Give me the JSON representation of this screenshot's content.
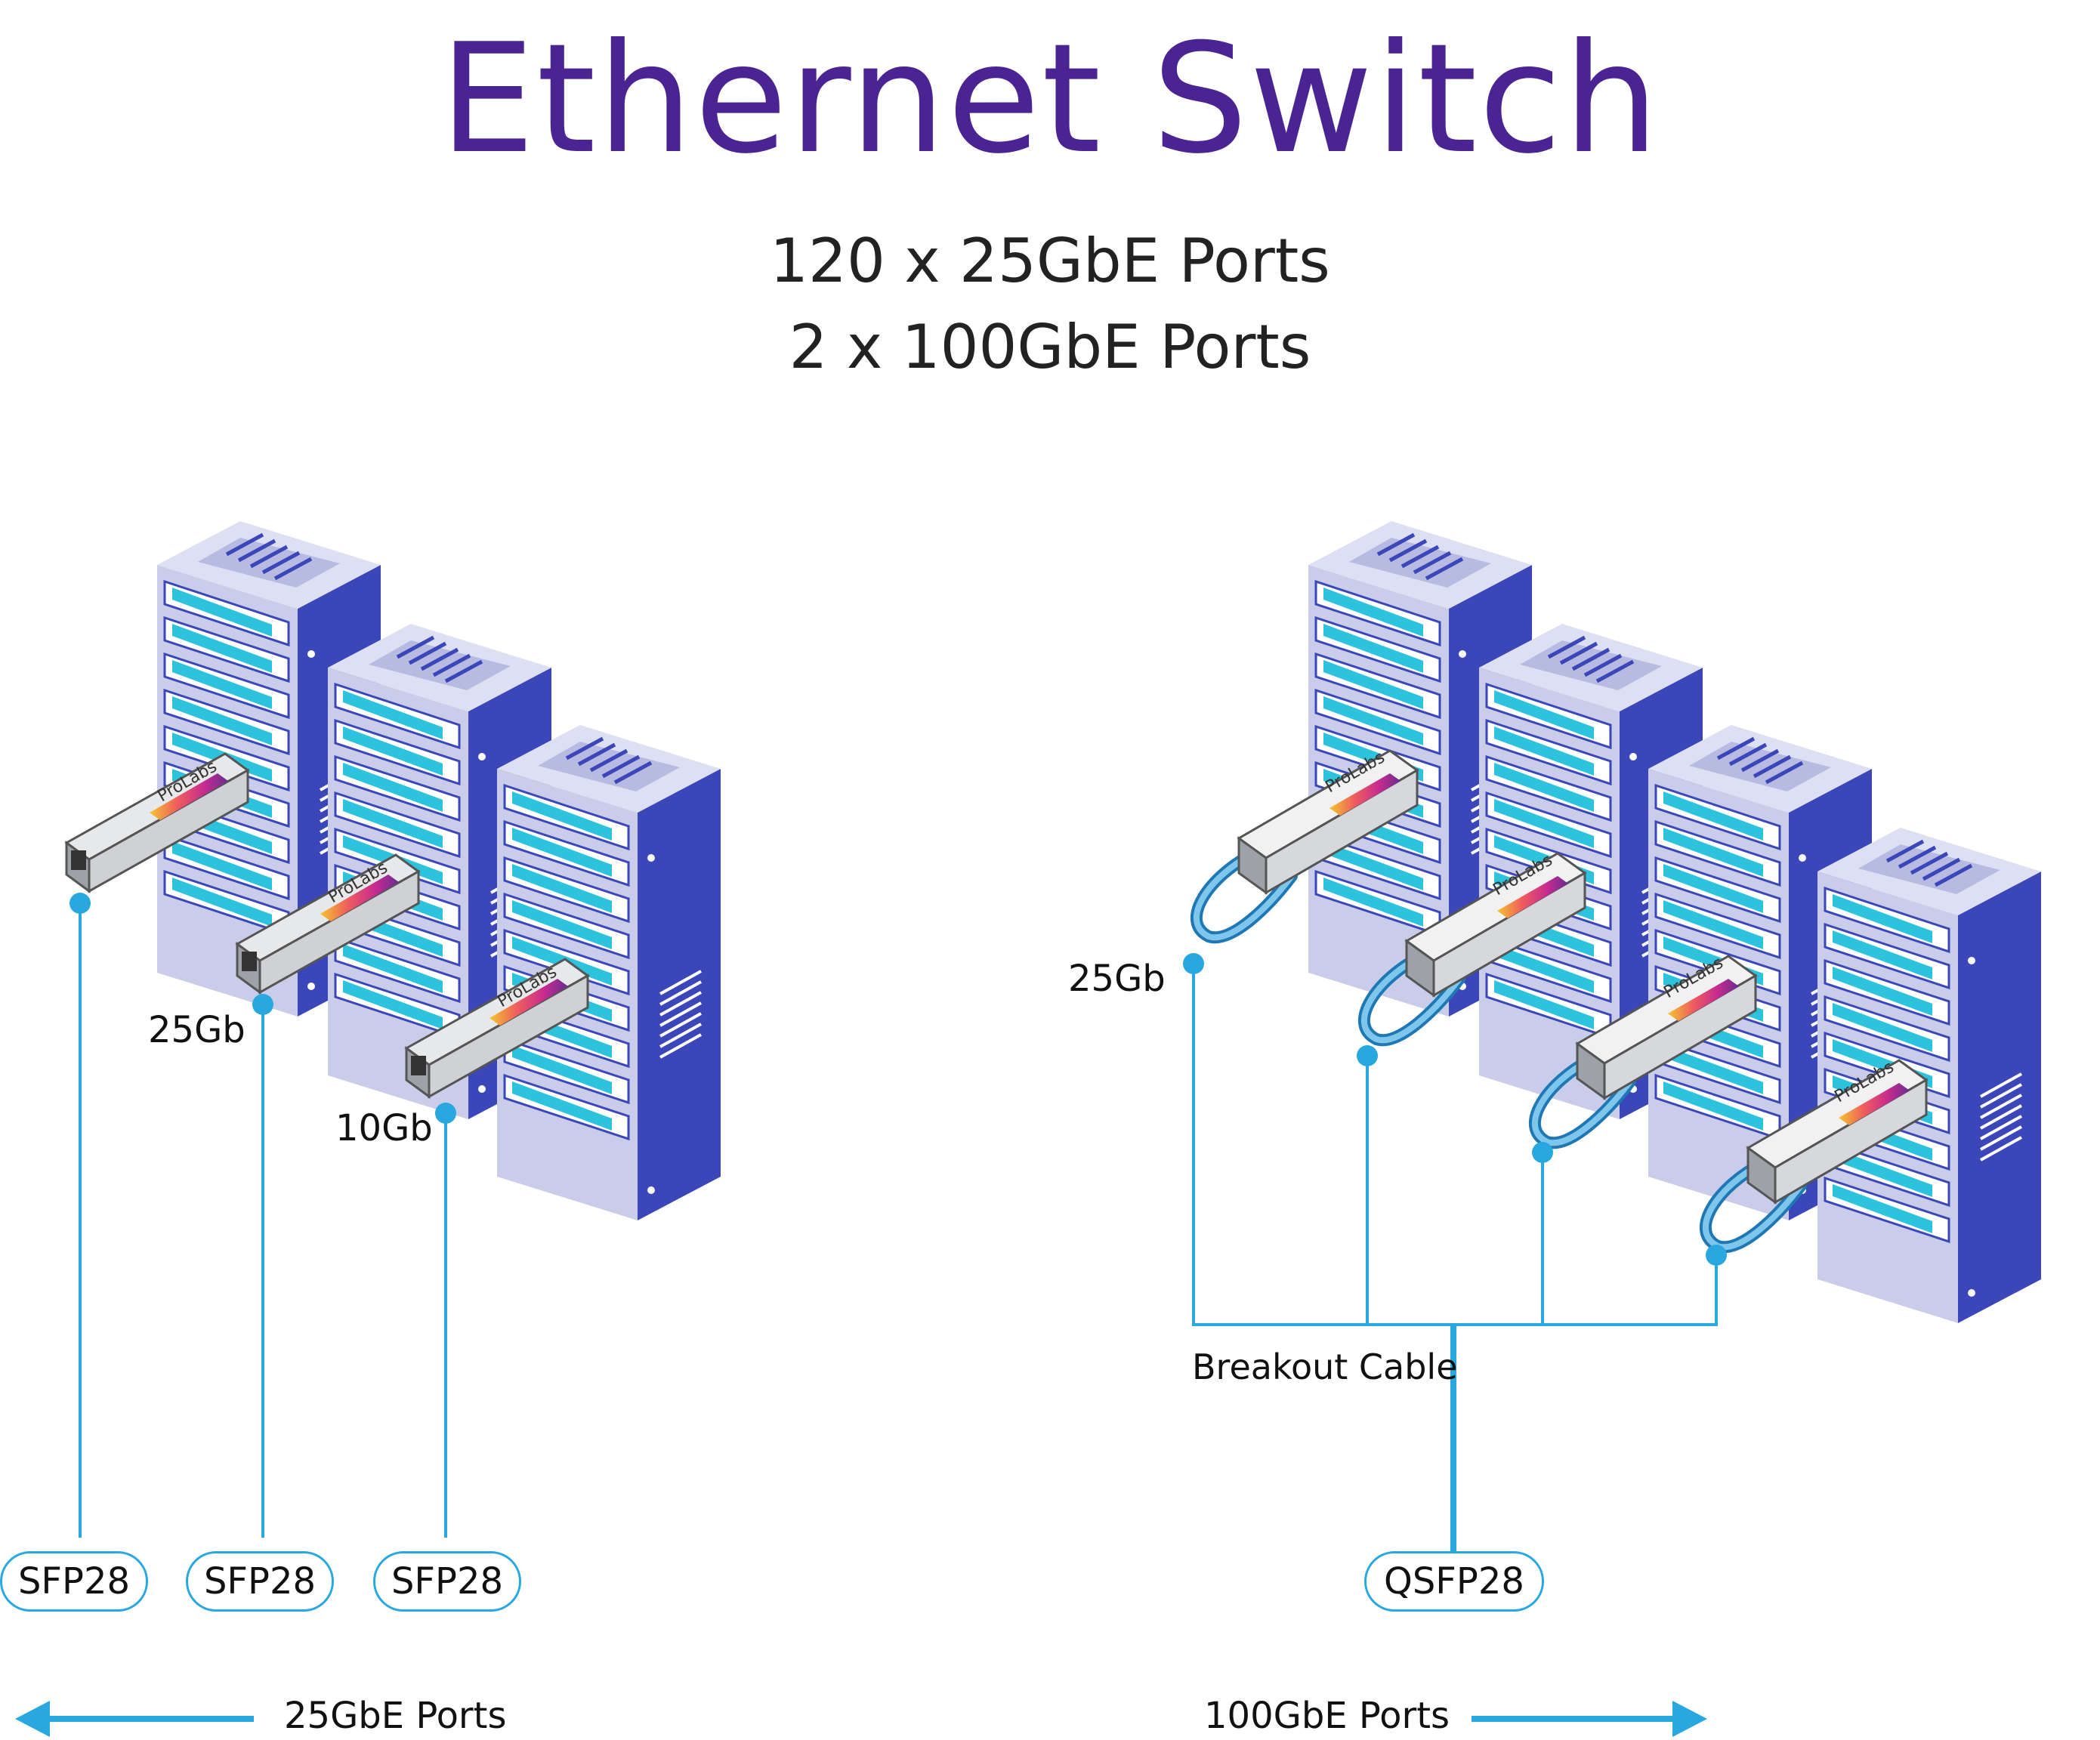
{
  "title": "Ethernet Switch",
  "specs": [
    "120 x 25GbE Ports",
    "2 x 100GbE Ports"
  ],
  "left_group": {
    "speed_labels": [
      "25Gb",
      "10Gb"
    ],
    "connectors": [
      "SFP28",
      "SFP28",
      "SFP28"
    ],
    "footer": "25GbE Ports",
    "module_brand": "ProLabs"
  },
  "right_group": {
    "speed_label": "25Gb",
    "cable_label": "Breakout Cable",
    "connector": "QSFP28",
    "footer": "100GbE Ports",
    "module_brand": "ProLabs"
  },
  "colors": {
    "title": "#4a2493",
    "line": "#29a8e0",
    "rack_side": "#3b46b8",
    "rack_front": "#c9cdea",
    "rack_top": "#dde0f2",
    "slot": "#2ec3dd"
  }
}
